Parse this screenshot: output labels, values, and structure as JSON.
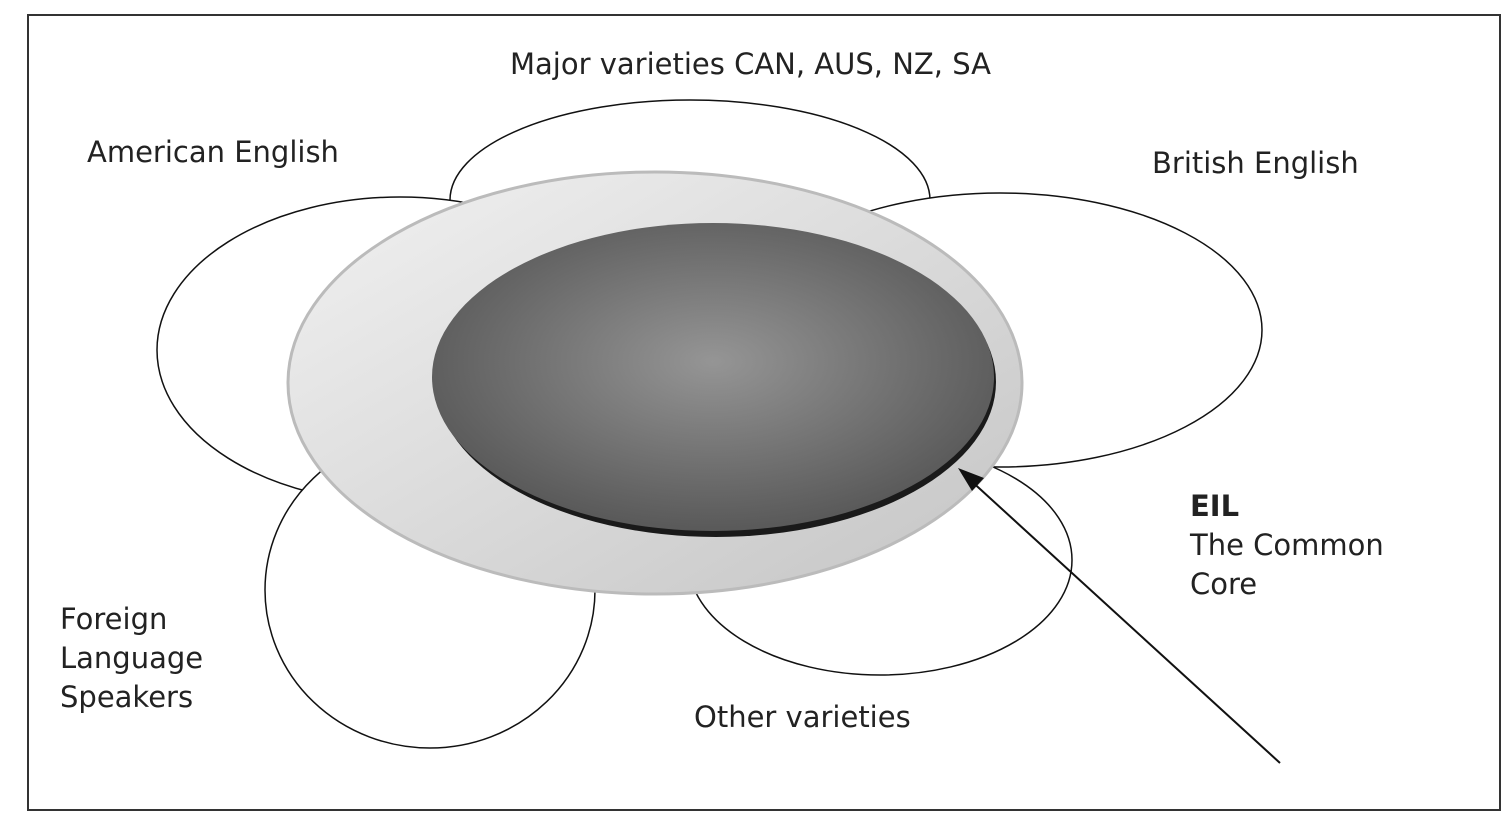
{
  "labels": {
    "major": "Major varieties CAN, AUS, NZ, SA",
    "american": "American English",
    "british": "British English",
    "foreign": [
      "Foreign",
      "Language",
      "Speakers"
    ],
    "other": "Other varieties",
    "eil_title": "EIL",
    "eil_desc": [
      "The Common",
      "Core"
    ]
  }
}
